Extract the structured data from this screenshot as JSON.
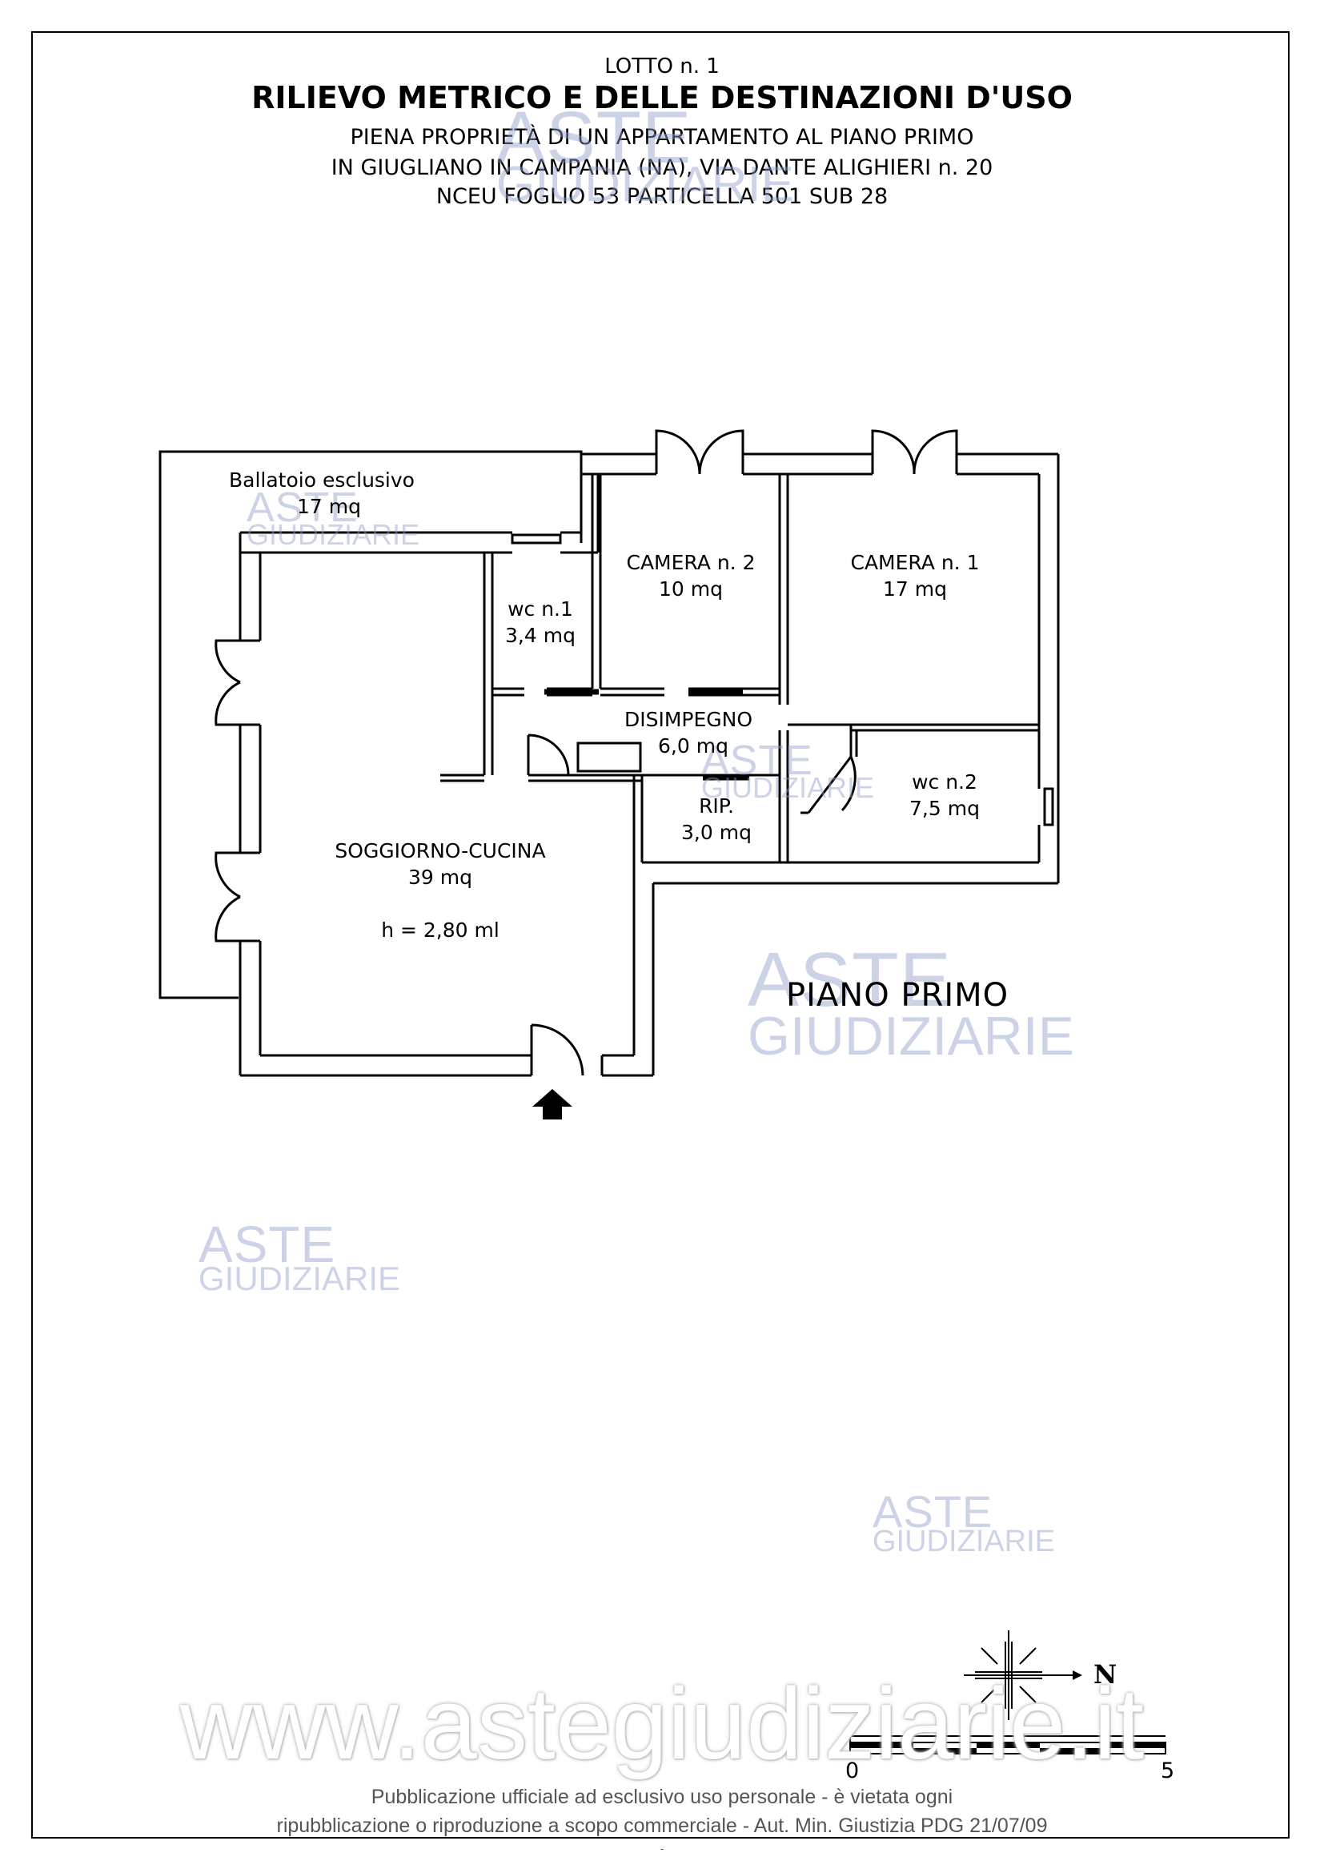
{
  "header": {
    "lot": "LOTTO n. 1",
    "title": "RILIEVO METRICO E DELLE DESTINAZIONI D'USO",
    "line1": "PIENA PROPRIETÀ DI  UN APPARTAMENTO AL PIANO PRIMO",
    "line2": "IN GIUGLIANO IN CAMPANIA (NA),  VIA DANTE ALIGHIERI n. 20",
    "line3": "NCEU FOGLIO 53 PARTICELLA 501 SUB 28"
  },
  "rooms": {
    "ballatoio": {
      "name": "Ballatoio esclusivo",
      "area": "17 mq"
    },
    "camera2": {
      "name": "CAMERA n. 2",
      "area": "10 mq"
    },
    "camera1": {
      "name": "CAMERA n. 1",
      "area": "17 mq"
    },
    "wc1": {
      "name": "wc n.1",
      "area": "3,4 mq"
    },
    "disimpegno": {
      "name": "DISIMPEGNO",
      "area": "6,0 mq"
    },
    "wc2": {
      "name": "wc n.2",
      "area": "7,5 mq"
    },
    "rip": {
      "name": "RIP.",
      "area": "3,0 mq"
    },
    "soggiorno": {
      "name": "SOGGIORNO-CUCINA",
      "area": "39 mq",
      "height": "h = 2,80 ml"
    }
  },
  "floor_label": "PIANO PRIMO",
  "watermark": {
    "line1": "ASTE",
    "line2": "GIUDIZIARIE",
    "website": "www.astegiudiziarie.it"
  },
  "compass": {
    "north": "N"
  },
  "scale": {
    "start": "0",
    "end": "5"
  },
  "footer": {
    "line1": "Pubblicazione ufficiale ad esclusivo uso personale - è vietata ogni",
    "line2": "ripubblicazione o riproduzione a scopo commerciale - Aut. Min. Giustizia PDG 21/07/09",
    "line3": "-"
  },
  "colors": {
    "wall": "#000000",
    "watermark": "#8fa0c8",
    "gavel": "#e8c9a0"
  }
}
